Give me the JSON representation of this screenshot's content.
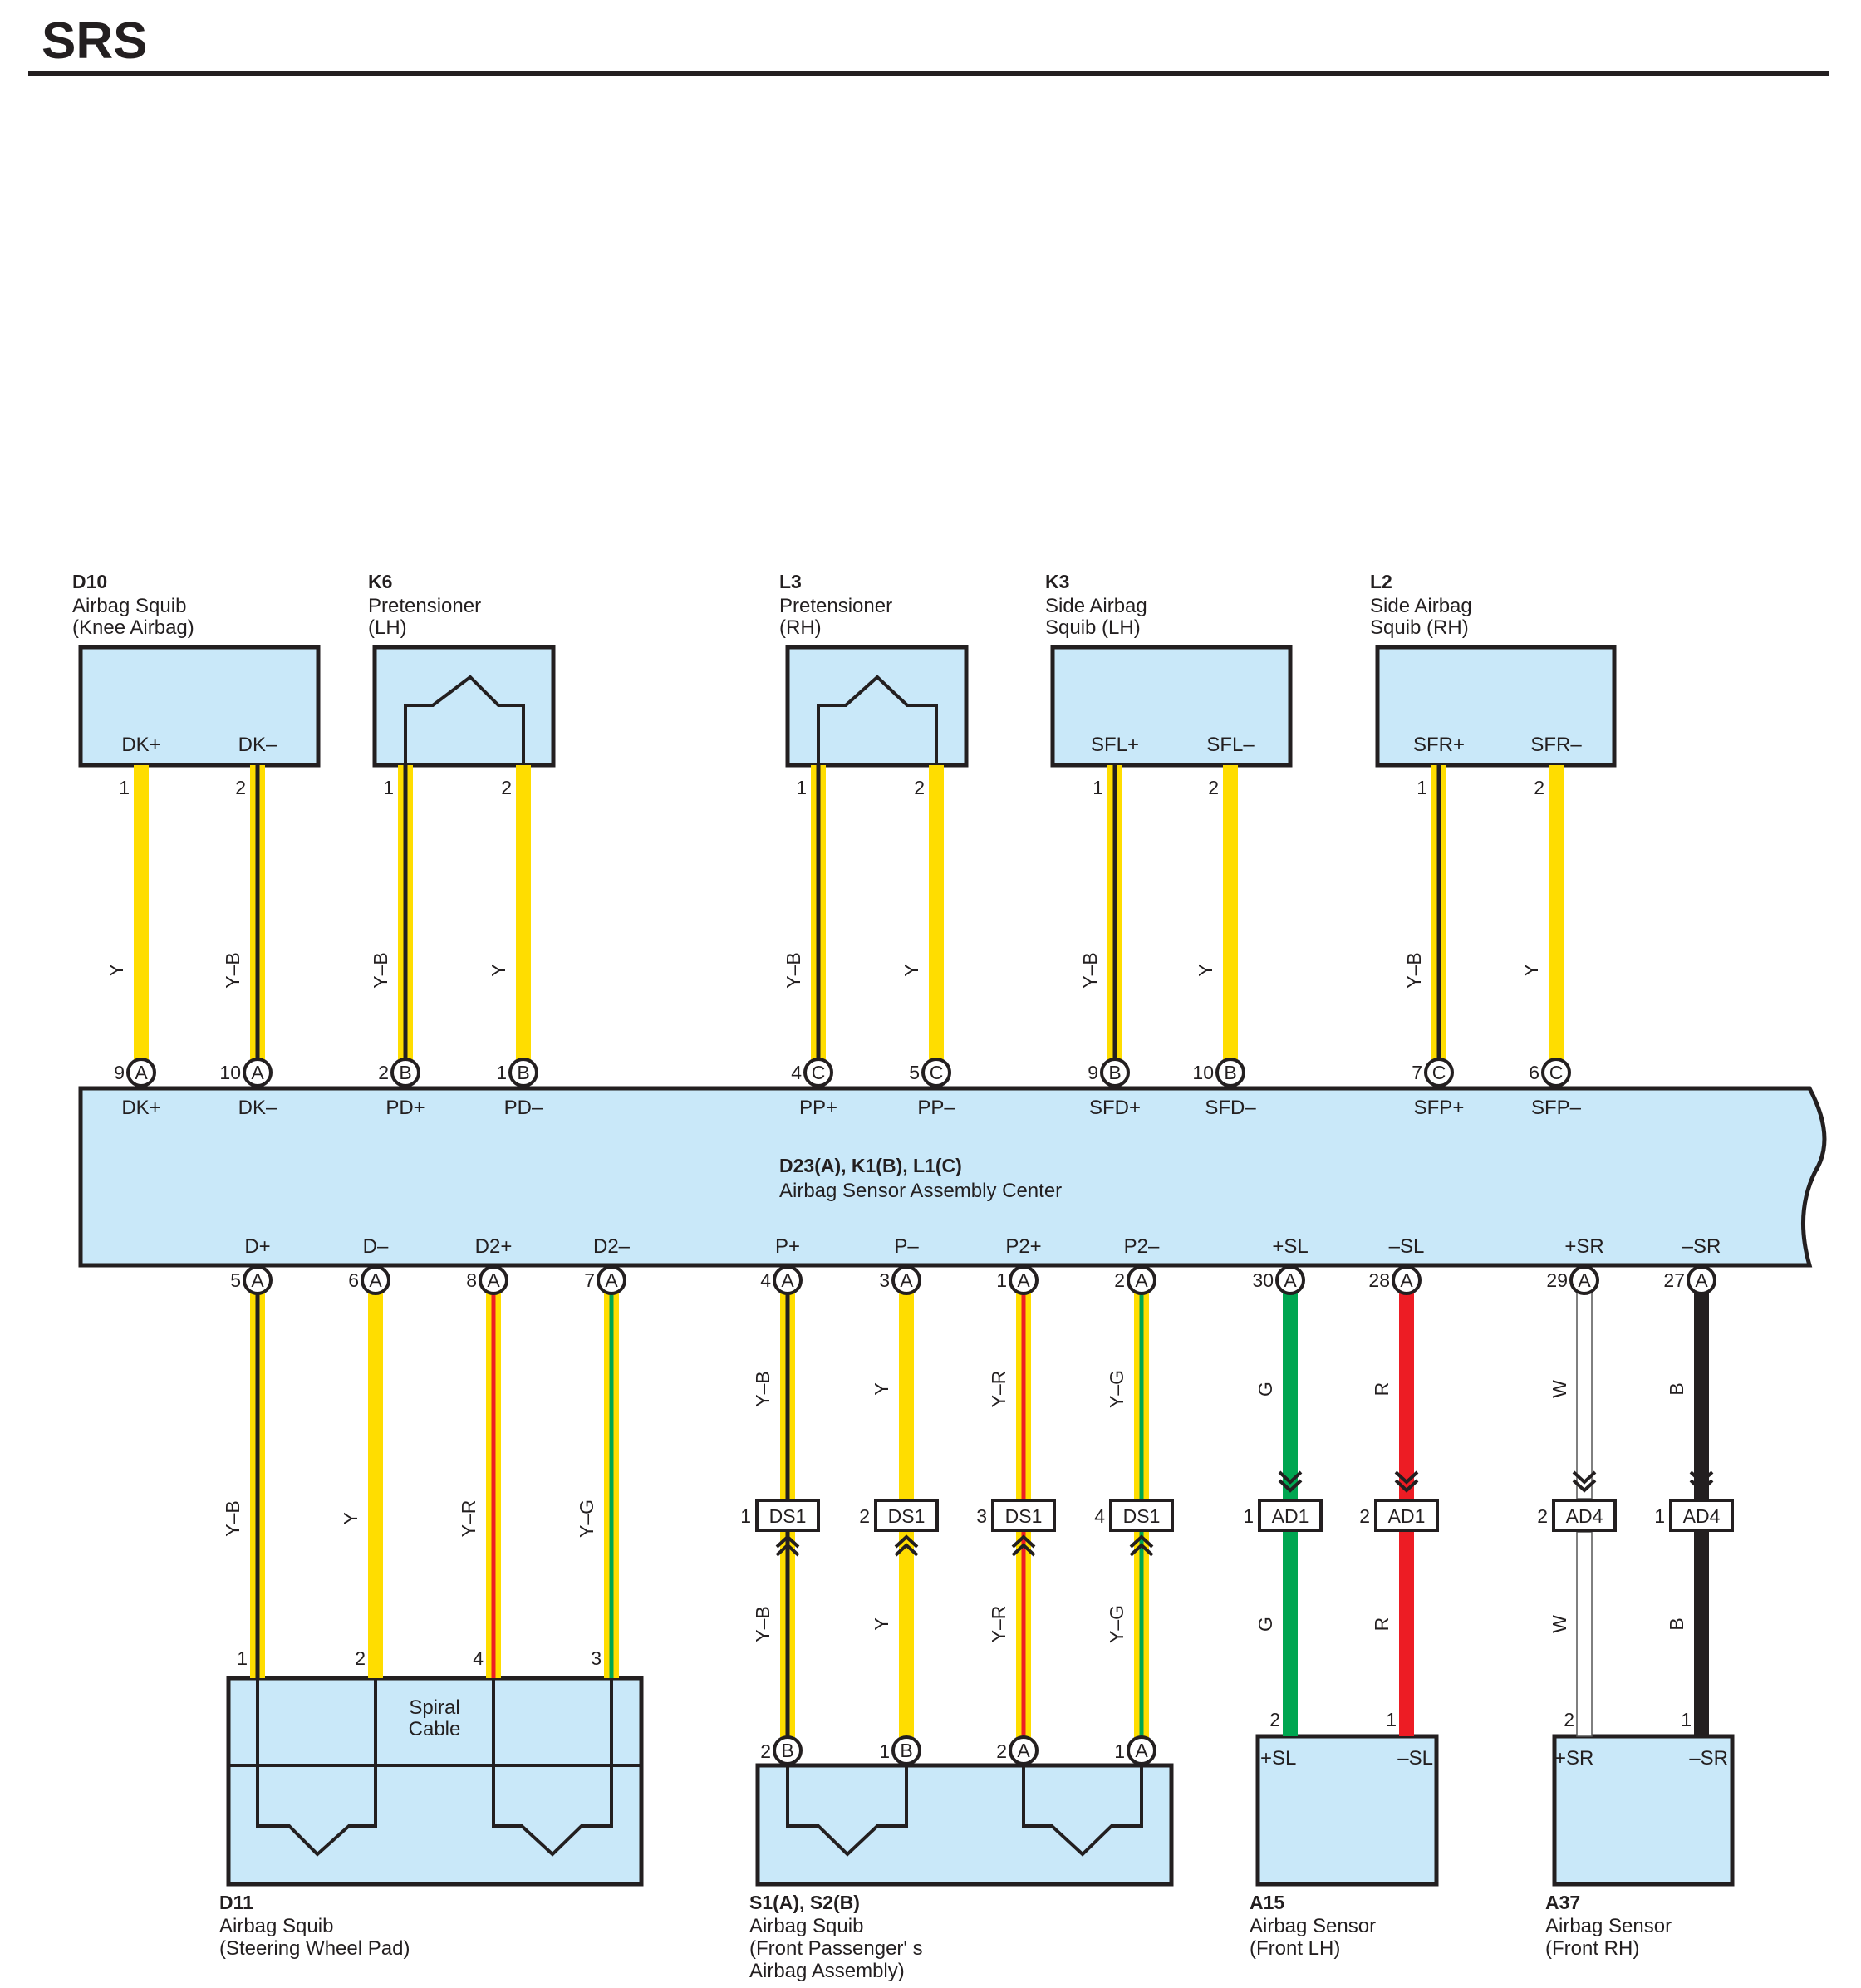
{
  "title": "SRS",
  "colors": {
    "box_fill": "#c9e8f9",
    "Y": "#ffdd00",
    "B": "#231f20",
    "R": "#ed1c24",
    "G": "#00a651",
    "W": "#ffffff",
    "outline": "#231f20"
  },
  "center": {
    "id": "D23(A), K1(B), L1(C)",
    "name": "Airbag Sensor Assembly Center"
  },
  "top_components": [
    {
      "id": "D10",
      "name1": "Airbag Squib",
      "name2": "(Knee Airbag)"
    },
    {
      "id": "K6",
      "name1": "Pretensioner",
      "name2": "(LH)"
    },
    {
      "id": "L3",
      "name1": "Pretensioner",
      "name2": "(RH)"
    },
    {
      "id": "K3",
      "name1": "Side Airbag",
      "name2": "Squib (LH)"
    },
    {
      "id": "L2",
      "name1": "Side Airbag",
      "name2": "Squib (RH)"
    }
  ],
  "top_wires": [
    {
      "comp_term": "DK+",
      "comp_pin": "1",
      "color": "Y",
      "center_pin": "9",
      "conn": "A",
      "center_term": "DK+"
    },
    {
      "comp_term": "DK–",
      "comp_pin": "2",
      "color": "Y–B",
      "center_pin": "10",
      "conn": "A",
      "center_term": "DK–"
    },
    {
      "comp_term": "",
      "comp_pin": "1",
      "color": "Y–B",
      "center_pin": "2",
      "conn": "B",
      "center_term": "PD+"
    },
    {
      "comp_term": "",
      "comp_pin": "2",
      "color": "Y",
      "center_pin": "1",
      "conn": "B",
      "center_term": "PD–"
    },
    {
      "comp_term": "",
      "comp_pin": "1",
      "color": "Y–B",
      "center_pin": "4",
      "conn": "C",
      "center_term": "PP+"
    },
    {
      "comp_term": "",
      "comp_pin": "2",
      "color": "Y",
      "center_pin": "5",
      "conn": "C",
      "center_term": "PP–"
    },
    {
      "comp_term": "SFL+",
      "comp_pin": "1",
      "color": "Y–B",
      "center_pin": "9",
      "conn": "B",
      "center_term": "SFD+"
    },
    {
      "comp_term": "SFL–",
      "comp_pin": "2",
      "color": "Y",
      "center_pin": "10",
      "conn": "B",
      "center_term": "SFD–"
    },
    {
      "comp_term": "SFR+",
      "comp_pin": "1",
      "color": "Y–B",
      "center_pin": "7",
      "conn": "C",
      "center_term": "SFP+"
    },
    {
      "comp_term": "SFR–",
      "comp_pin": "2",
      "color": "Y",
      "center_pin": "6",
      "conn": "C",
      "center_term": "SFP–"
    }
  ],
  "bottom_wires": [
    {
      "center_term": "D+",
      "center_pin": "5",
      "conn": "A",
      "color_upper": "Y–B",
      "junction": "",
      "jpin": "",
      "color_lower": "",
      "comp_pin": "1",
      "comp_conn": "",
      "comp_term": ""
    },
    {
      "center_term": "D–",
      "center_pin": "6",
      "conn": "A",
      "color_upper": "Y",
      "junction": "",
      "jpin": "",
      "color_lower": "",
      "comp_pin": "2",
      "comp_conn": "",
      "comp_term": ""
    },
    {
      "center_term": "D2+",
      "center_pin": "8",
      "conn": "A",
      "color_upper": "Y–R",
      "junction": "",
      "jpin": "",
      "color_lower": "",
      "comp_pin": "4",
      "comp_conn": "",
      "comp_term": ""
    },
    {
      "center_term": "D2–",
      "center_pin": "7",
      "conn": "A",
      "color_upper": "Y–G",
      "junction": "",
      "jpin": "",
      "color_lower": "",
      "comp_pin": "3",
      "comp_conn": "",
      "comp_term": ""
    },
    {
      "center_term": "P+",
      "center_pin": "4",
      "conn": "A",
      "color_upper": "Y–B",
      "junction": "DS1",
      "jpin": "1",
      "color_lower": "Y–B",
      "comp_pin": "2",
      "comp_conn": "B",
      "comp_term": ""
    },
    {
      "center_term": "P–",
      "center_pin": "3",
      "conn": "A",
      "color_upper": "Y",
      "junction": "DS1",
      "jpin": "2",
      "color_lower": "Y",
      "comp_pin": "1",
      "comp_conn": "B",
      "comp_term": ""
    },
    {
      "center_term": "P2+",
      "center_pin": "1",
      "conn": "A",
      "color_upper": "Y–R",
      "junction": "DS1",
      "jpin": "3",
      "color_lower": "Y–R",
      "comp_pin": "2",
      "comp_conn": "A",
      "comp_term": ""
    },
    {
      "center_term": "P2–",
      "center_pin": "2",
      "conn": "A",
      "color_upper": "Y–G",
      "junction": "DS1",
      "jpin": "4",
      "color_lower": "Y–G",
      "comp_pin": "1",
      "comp_conn": "A",
      "comp_term": ""
    },
    {
      "center_term": "+SL",
      "center_pin": "30",
      "conn": "A",
      "color_upper": "G",
      "junction": "AD1",
      "jpin": "1",
      "color_lower": "G",
      "comp_pin": "2",
      "comp_conn": "",
      "comp_term": "+SL"
    },
    {
      "center_term": "–SL",
      "center_pin": "28",
      "conn": "A",
      "color_upper": "R",
      "junction": "AD1",
      "jpin": "2",
      "color_lower": "R",
      "comp_pin": "1",
      "comp_conn": "",
      "comp_term": "–SL"
    },
    {
      "center_term": "+SR",
      "center_pin": "29",
      "conn": "A",
      "color_upper": "W",
      "junction": "AD4",
      "jpin": "2",
      "color_lower": "W",
      "comp_pin": "2",
      "comp_conn": "",
      "comp_term": "+SR"
    },
    {
      "center_term": "–SR",
      "center_pin": "27",
      "conn": "A",
      "color_upper": "B",
      "junction": "AD4",
      "jpin": "1",
      "color_lower": "B",
      "comp_pin": "1",
      "comp_conn": "",
      "comp_term": "–SR"
    }
  ],
  "bottom_components": [
    {
      "id": "D11",
      "name1": "Airbag Squib",
      "name2": "(Steering Wheel Pad)",
      "name3": ""
    },
    {
      "id": "S1(A), S2(B)",
      "name1": "Airbag Squib",
      "name2": "(Front Passenger' s",
      "name3": " Airbag Assembly)"
    },
    {
      "id": "A15",
      "name1": "Airbag Sensor",
      "name2": "(Front LH)",
      "name3": ""
    },
    {
      "id": "A37",
      "name1": "Airbag Sensor",
      "name2": "(Front RH)",
      "name3": ""
    }
  ],
  "spiral_cable": {
    "line1": "Spiral",
    "line2": "Cable"
  }
}
